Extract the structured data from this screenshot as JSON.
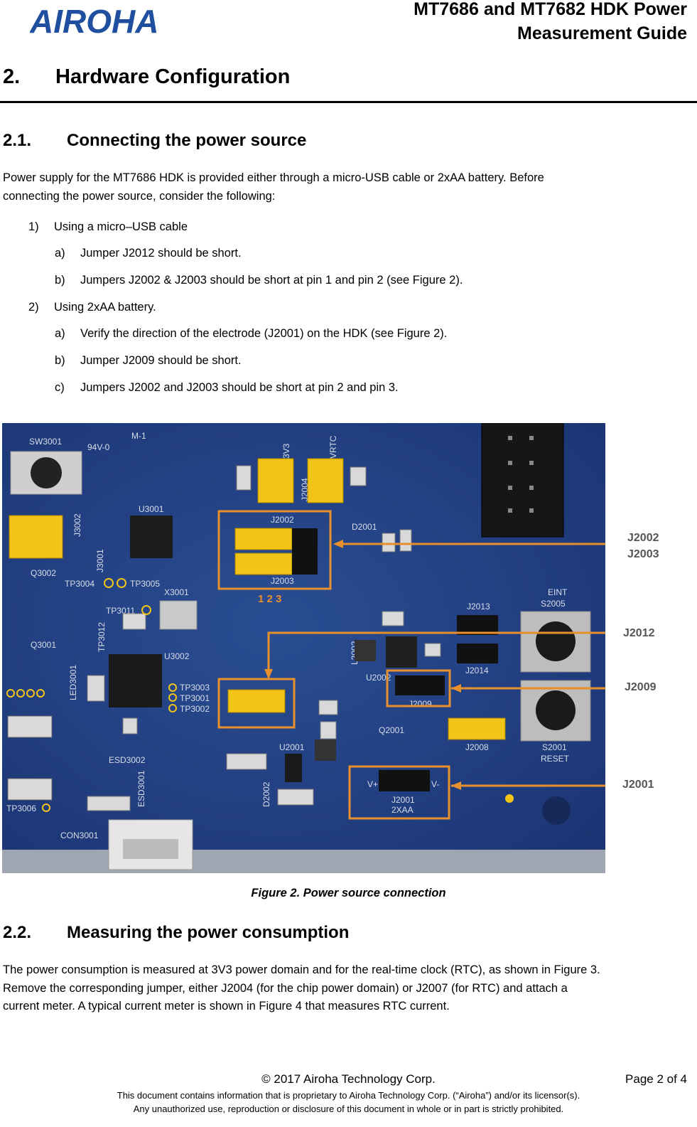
{
  "header": {
    "logo_text": "AIROHA",
    "title_line1": "MT7686 and MT7682 HDK Power",
    "title_line2": "Measurement Guide"
  },
  "section2": {
    "num": "2.",
    "title": "Hardware Configuration"
  },
  "section21": {
    "num": "2.1.",
    "title": "Connecting the power source",
    "intro_line1": "Power supply for the MT7686 HDK is provided either through a micro-USB cable or 2xAA battery. Before",
    "intro_line2": "connecting the power source, consider the following:",
    "items": [
      {
        "marker": "1)",
        "text": "Using a micro–USB cable"
      },
      {
        "marker": "a)",
        "text": "Jumper J2012 should be short."
      },
      {
        "marker": "b)",
        "text": "Jumpers J2002 & J2003 should be short at pin 1 and pin 2 (see Figure 2)."
      },
      {
        "marker": "2)",
        "text": "Using 2xAA battery."
      },
      {
        "marker": "a)",
        "text": "Verify the direction of the electrode (J2001) on the HDK (see Figure 2)."
      },
      {
        "marker": "b)",
        "text": "Jumper J2009 should be short."
      },
      {
        "marker": "c)",
        "text": "Jumpers J2002 and J2003 should be short at pin 2 and pin 3."
      }
    ]
  },
  "figure": {
    "caption": "Figure 2. Power source connection",
    "callouts": {
      "j2002": "J2002",
      "j2003": "J2003",
      "j2012": "J2012",
      "j2009": "J2009",
      "j2001": "J2001",
      "pins": "1  2  3"
    },
    "silkscreen": {
      "sw3001": "SW3001",
      "u3001": "U3001",
      "j3002": "J3002",
      "j3001": "J3001",
      "q3002": "Q3002",
      "tp3004": "TP3004",
      "tp3005": "TP3005",
      "x3001": "X3001",
      "tp3011": "TP3011",
      "tp3012": "TP3012",
      "q3001": "Q3001",
      "u3002": "U3002",
      "led3001": "LED3001",
      "tp3003": "TP3003",
      "tp3001": "TP3001",
      "tp3002": "TP3002",
      "esd3002": "ESD3002",
      "esd3001": "ESD3001",
      "tp3006": "TP3006",
      "con3001": "CON3001",
      "j2004": "J2004",
      "v3v3": "3V3",
      "vrtc": "VRTC",
      "d2001": "D2001",
      "j2013": "J2013",
      "eint": "EINT",
      "s2005": "S2005",
      "l2002": "L2002",
      "u2002": "U2002",
      "j2014": "J2014",
      "q2001": "Q2001",
      "j2008": "J2008",
      "s2001": "S2001",
      "reset": "RESET",
      "u2001": "U2001",
      "d2002": "D2002",
      "vplus": "V+",
      "vminus": "V-",
      "xaa": "2XAA",
      "board": "94V-0",
      "m1": "M-1"
    },
    "colors": {
      "board": "#1f3a78",
      "jumper": "#f2c418",
      "callout": "#e8912c"
    }
  },
  "section22": {
    "num": "2.2.",
    "title": "Measuring the power consumption",
    "line1": "The power consumption is measured at 3V3 power domain and for the real-time clock (RTC), as shown in Figure 3.",
    "line2": "Remove the corresponding jumper, either J2004 (for the chip power domain) or J2007 (for RTC) and attach a",
    "line3": "current meter. A typical current meter is shown in Figure 4 that measures RTC current."
  },
  "footer": {
    "copyright": "© 2017 Airoha Technology Corp.",
    "page": "Page 2 of 4",
    "notice1": "This document contains information that is proprietary to Airoha Technology Corp. (“Airoha”) and/or its licensor(s).",
    "notice2": "Any unauthorized use, reproduction or disclosure of this document in whole or in part is strictly prohibited."
  }
}
